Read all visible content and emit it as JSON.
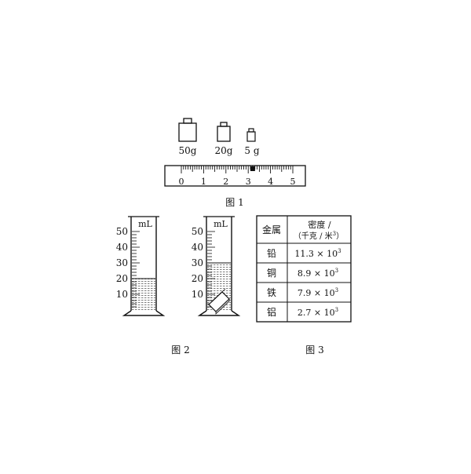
{
  "figure1": {
    "weights": [
      {
        "label": "50g"
      },
      {
        "label": "20g"
      },
      {
        "label": "5 g"
      }
    ],
    "ruler_ticks": [
      "0",
      "1",
      "2",
      "3",
      "4",
      "5"
    ],
    "rider_value": 3.2,
    "caption": "图 1"
  },
  "figure2": {
    "unit": "mL",
    "scale": [
      "50",
      "40",
      "30",
      "20",
      "10"
    ],
    "cylinder_a_level_ml": 20,
    "cylinder_b_level_ml": 30,
    "caption": "图 2"
  },
  "figure3": {
    "header_metal": "金属",
    "header_density_line1": "密度 /",
    "header_density_line2": "（千克 / 米",
    "header_density_exp": "3",
    "header_density_close": "）",
    "rows": [
      {
        "metal": "铅",
        "mantissa": "11.3 × 10",
        "exp": "3"
      },
      {
        "metal": "铜",
        "mantissa": "8.9 × 10",
        "exp": "3"
      },
      {
        "metal": "铁",
        "mantissa": "7.9 × 10",
        "exp": "3"
      },
      {
        "metal": "铝",
        "mantissa": "2.7 × 10",
        "exp": "3"
      }
    ],
    "caption": "图 3"
  }
}
